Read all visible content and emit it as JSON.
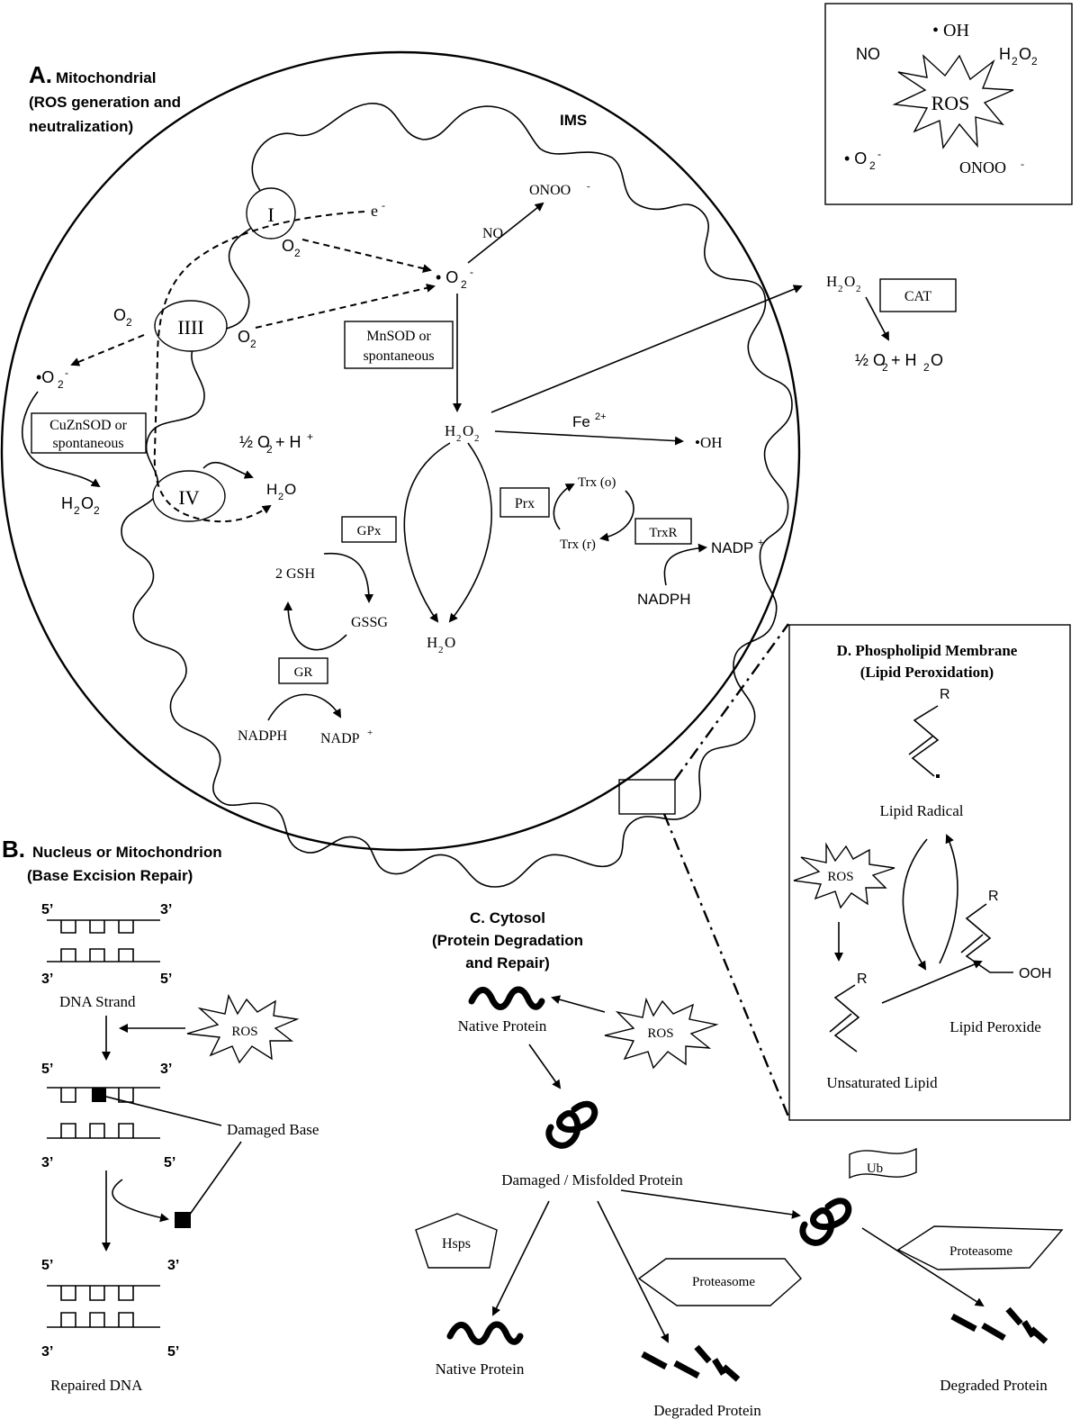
{
  "ros_legend": {
    "oh": "• OH",
    "no": "NO",
    "h2o2_a": "H",
    "h2o2_b": "2",
    "h2o2_c": "O",
    "h2o2_d": "2",
    "center": "ROS",
    "o2": "• O",
    "o2_sub": "2",
    "o2_sup": "-",
    "onoo": "ONOO",
    "onoo_sup": "-"
  },
  "panel_a": {
    "letter": "A.",
    "title_1": "Mitochondrial",
    "title_2": "(ROS generation and",
    "title_3": "neutralization)",
    "ims": "IMS",
    "complex_1": "I",
    "complex_3": "IIII",
    "complex_4": "IV",
    "electron": "e",
    "electron_sup": "-",
    "o2": "O",
    "o2_sub": "2",
    "superoxide": "• O",
    "superoxide_left": "•O",
    "no": "NO",
    "onoo": "ONOO",
    "mnsod_1": "MnSOD or",
    "mnsod_2": "spontaneous",
    "cuznsod_1": "CuZnSOD or",
    "cuznsod_2": "spontaneous",
    "h2o2": "H",
    "fe": "Fe",
    "fe_sup": "2+",
    "oh": "•OH",
    "half_o2_h": "½ O",
    "h_plus": "+ H",
    "plus_sup": "+",
    "h2o": "H",
    "cat": "CAT",
    "half_o2_h2o": "½ O",
    "plus_h2o": "+ H",
    "prx": "Prx",
    "trx_o": "Trx (o)",
    "trx_r": "Trx (r)",
    "trxr": "TrxR",
    "nadp": "NADP",
    "nadph": "NADPH",
    "gpx": "GPx",
    "gsh": "2 GSH",
    "gssg": "GSSG",
    "gr": "GR"
  },
  "panel_b": {
    "letter": "B.",
    "title_1": "Nucleus or Mitochondrion",
    "title_2": "(Base Excision Repair)",
    "five": "5’",
    "three": "3’",
    "dna_strand": "DNA Strand",
    "ros": "ROS",
    "damaged_base": "Damaged Base",
    "repaired_dna": "Repaired DNA"
  },
  "panel_c": {
    "title_1": "C. Cytosol",
    "title_2": "(Protein Degradation",
    "title_3": "and Repair)",
    "native_protein": "Native Protein",
    "ros": "ROS",
    "damaged": "Damaged / Misfolded Protein",
    "hsps": "Hsps",
    "proteasome": "Proteasome",
    "ub": "Ub",
    "degraded_protein": "Degraded Protein"
  },
  "panel_d": {
    "title_1": "D. Phospholipid Membrane",
    "title_2": "(Lipid Peroxidation)",
    "r": "R",
    "lipid_radical": "Lipid Radical",
    "ros": "ROS",
    "unsaturated_lipid": "Unsaturated Lipid",
    "lipid_peroxide": "Lipid Peroxide",
    "ooh": "OOH"
  }
}
